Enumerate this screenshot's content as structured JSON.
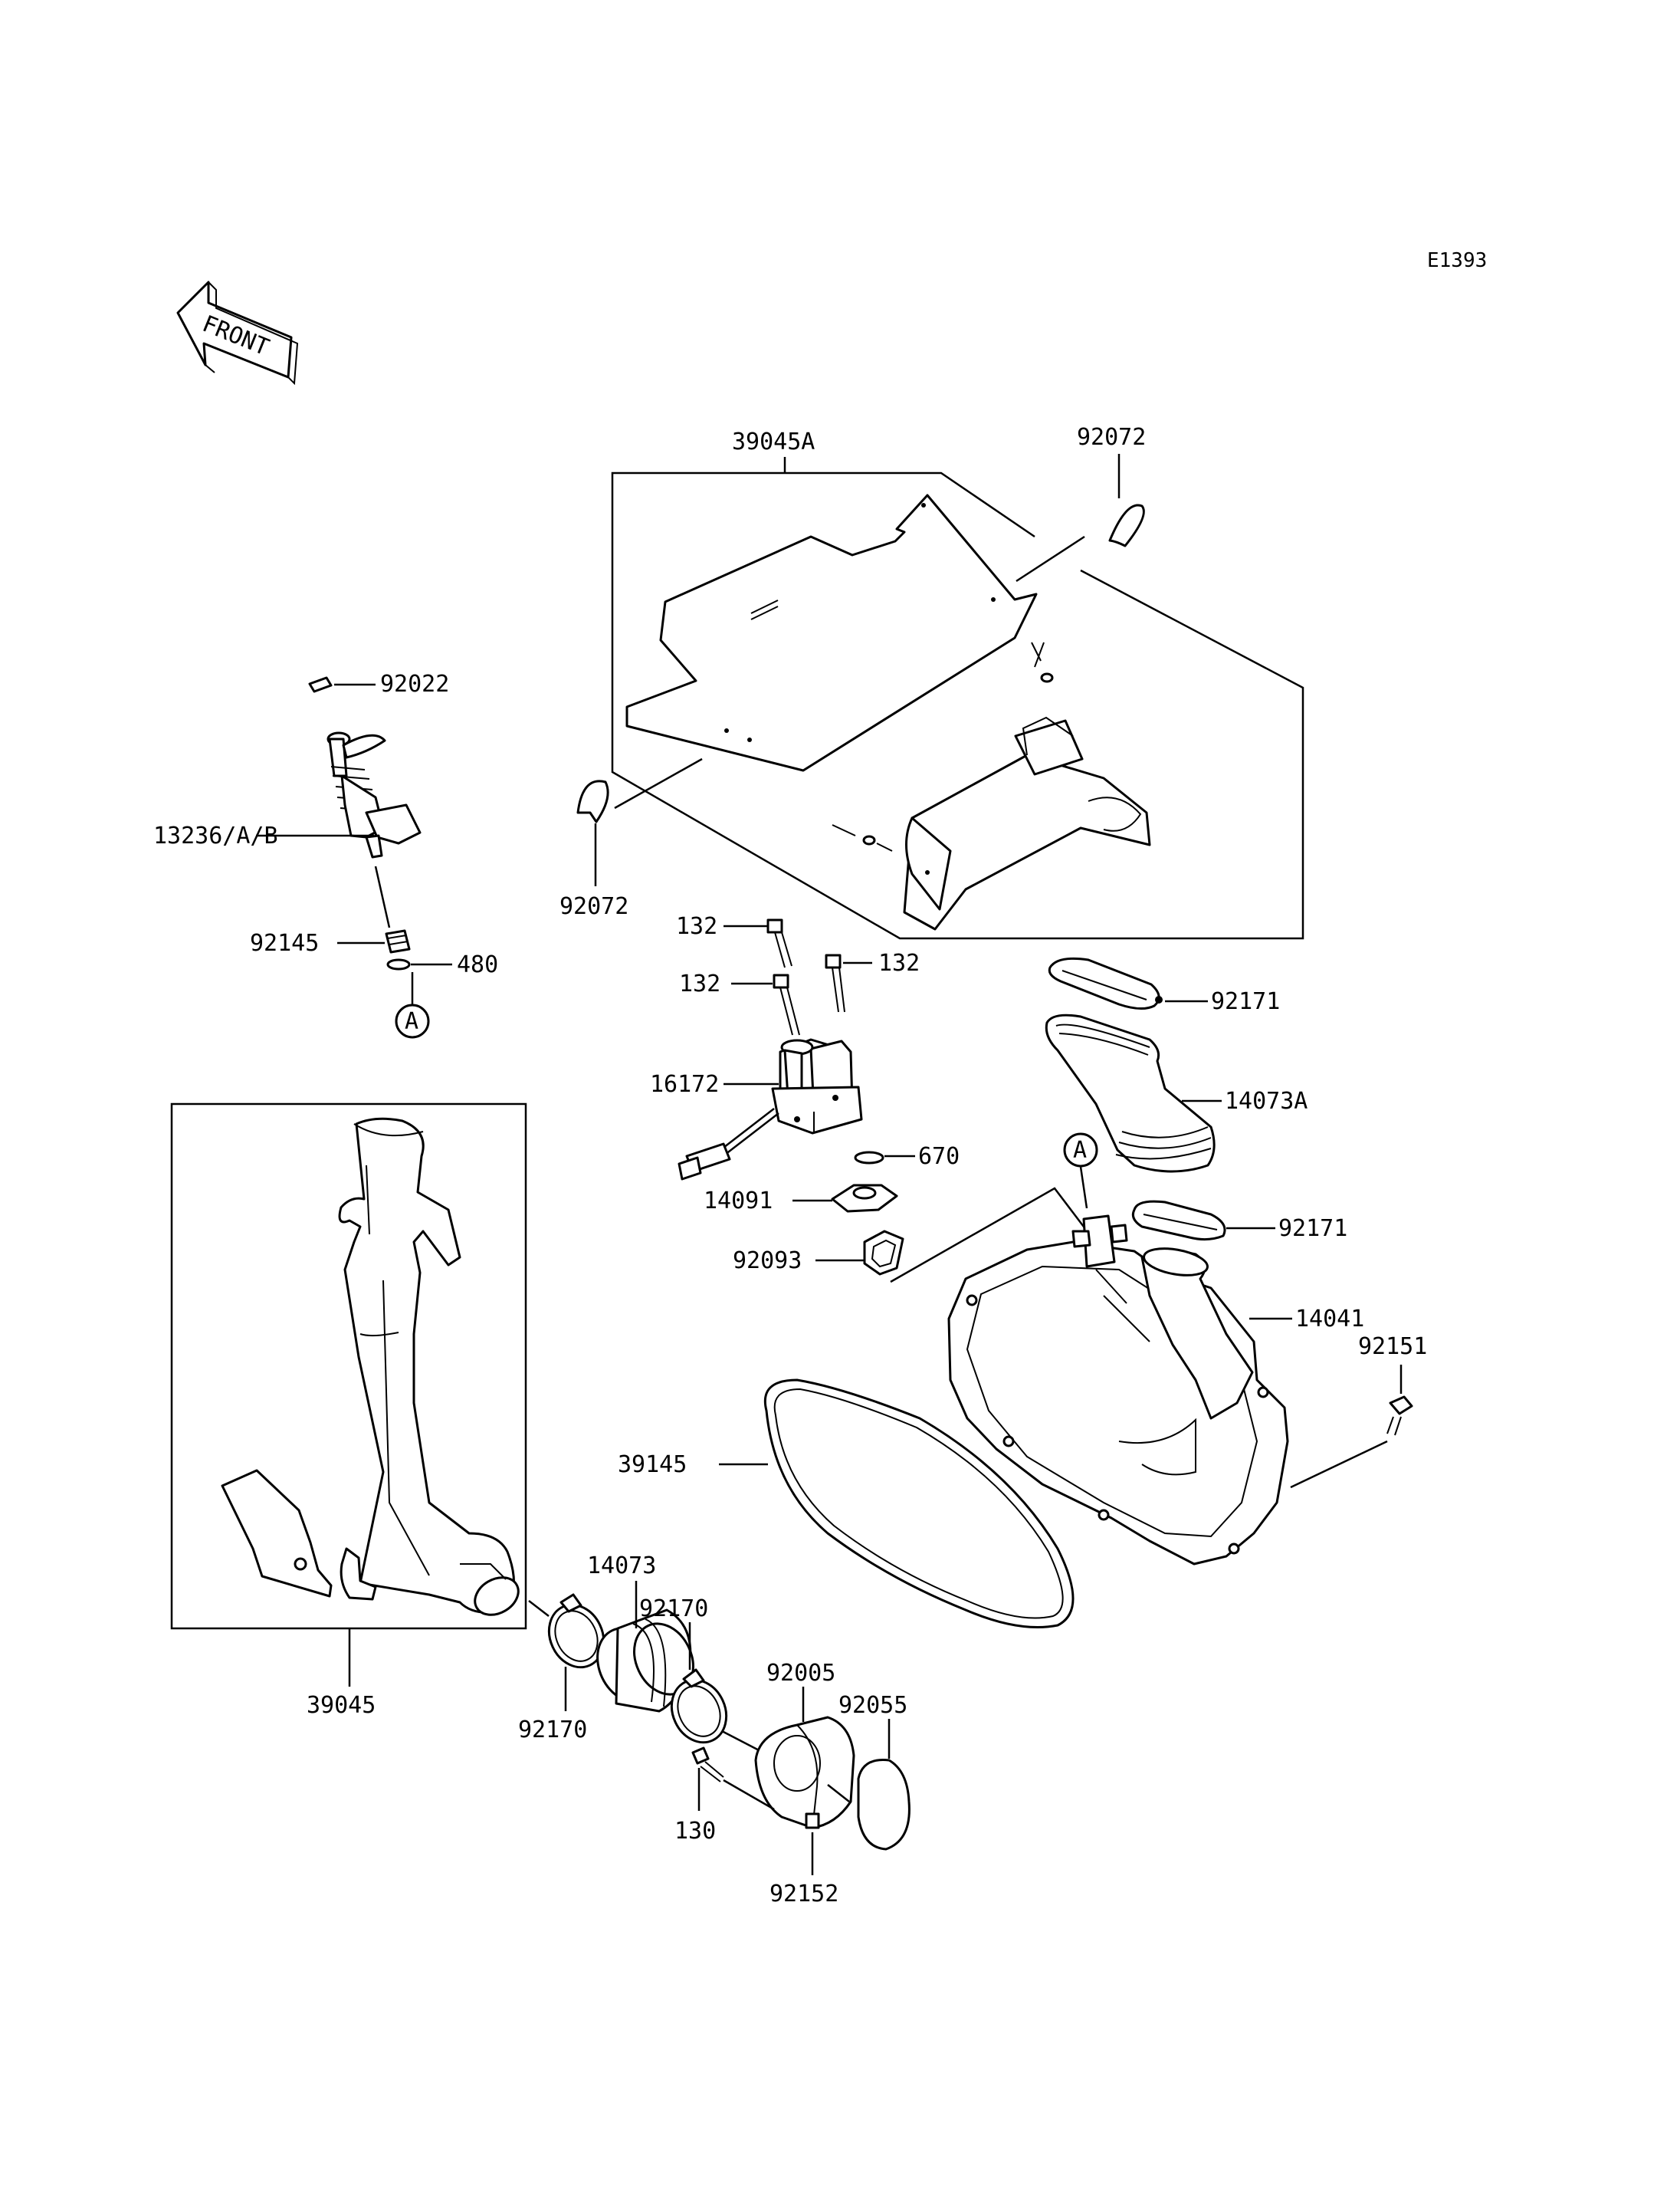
{
  "diagram_code": "E1393",
  "front_arrow": "FRONT",
  "callouts": {
    "ref_A_top": "A",
    "ref_A_cover": "A"
  },
  "labels": {
    "p39045A": "39045A",
    "p92072_top": "92072",
    "p92072_left": "92072",
    "p92022": "92022",
    "p13236": "13236/A/B",
    "p92145": "92145",
    "p480": "480",
    "p132_a": "132",
    "p132_b": "132",
    "p132_c": "132",
    "p16172": "16172",
    "p670": "670",
    "p14091": "14091",
    "p92093": "92093",
    "p92171_top": "92171",
    "p14073A": "14073A",
    "p92171_mid": "92171",
    "p14041": "14041",
    "p92151": "92151",
    "p39145": "39145",
    "p39045": "39045",
    "p14073": "14073",
    "p92170_top": "92170",
    "p92170_bottom": "92170",
    "p92005": "92005",
    "p92055": "92055",
    "p130": "130",
    "p92152": "92152"
  },
  "icons": {
    "front_arrow": "front-arrow-icon"
  }
}
